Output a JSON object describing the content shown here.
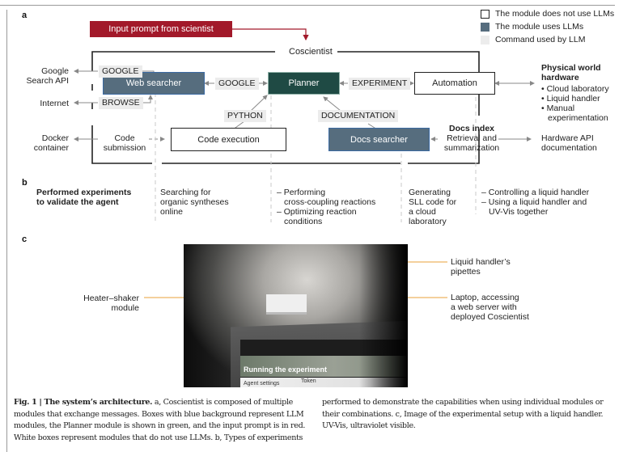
{
  "panels": {
    "a": "a",
    "b": "b",
    "c": "c"
  },
  "legend": [
    {
      "label": "The module does not use LLMs",
      "swatch": "#ffffff",
      "border": "#222222"
    },
    {
      "label": "The module uses LLMs",
      "swatch": "#566d7e",
      "border": "#566d7e"
    },
    {
      "label": "Command used by LLM",
      "swatch": "#ececec",
      "border": "#ececec"
    }
  ],
  "colors": {
    "llm_module": "#566d7e",
    "planner": "#1f4a44",
    "prompt": "#a2192a",
    "command": "#ececec",
    "callout_line": "#e8a23a"
  },
  "diagram": {
    "input_prompt": "Input prompt from scientist",
    "system_label": "Coscientist",
    "modules": {
      "web_searcher": "Web searcher",
      "planner": "Planner",
      "automation": "Automation",
      "code_execution": "Code execution",
      "docs_searcher": "Docs searcher"
    },
    "commands": {
      "google_api": "GOOGLE",
      "google_planner": "GOOGLE",
      "browse": "BROWSE",
      "experiment": "EXPERIMENT",
      "python": "PYTHON",
      "documentation": "DOCUMENTATION"
    },
    "external": {
      "google_search_api": [
        "Google",
        "Search API"
      ],
      "internet": "Internet",
      "docker": [
        "Docker",
        "container"
      ],
      "code_submission": [
        "Code",
        "submission"
      ],
      "docs_index_title": "Docs index",
      "docs_index_desc": [
        "Retrieval and",
        "summarization"
      ],
      "hardware_api": [
        "Hardware API",
        "documentation"
      ],
      "physical_title": [
        "Physical world",
        "hardware"
      ],
      "physical_items": [
        "Cloud laboratory",
        "Liquid handler",
        "Manual",
        "experimentation"
      ]
    }
  },
  "experiments": {
    "title": [
      "Performed experiments",
      "to validate the agent"
    ],
    "col1": [
      "Searching for",
      "organic syntheses",
      "online"
    ],
    "col2": [
      "– Performing",
      "cross-coupling reactions",
      "– Optimizing reaction",
      "conditions"
    ],
    "col3": [
      "Generating",
      "SLL code for",
      "a cloud",
      "laboratory"
    ],
    "col4": [
      "– Controlling a liquid handler",
      "– Using a liquid handler and",
      "UV-Vis together"
    ]
  },
  "photo": {
    "callouts": {
      "heater": [
        "Heater–shaker",
        "module"
      ],
      "pipettes": [
        "Liquid handler’s",
        "pipettes"
      ],
      "laptop": [
        "Laptop, accessing",
        "a web server with",
        "deployed Coscientist"
      ]
    },
    "screen": {
      "title": "Running the experiment",
      "panel_left": "Agent settings",
      "panel_right": "Token"
    }
  },
  "caption": {
    "fig": "Fig. 1 | The system’s architecture.",
    "left": [
      " a, Coscientist is composed of multiple",
      "modules that exchange messages. Boxes with blue background represent LLM",
      "modules, the Planner module is shown in green, and the input prompt is in red.",
      "White boxes represent modules that do not use LLMs. b, Types of experiments"
    ],
    "right": [
      "performed to demonstrate the capabilities when using individual modules or",
      "their combinations. c, Image of the experimental setup with a liquid handler.",
      "UV-Vis, ultraviolet visible."
    ]
  }
}
